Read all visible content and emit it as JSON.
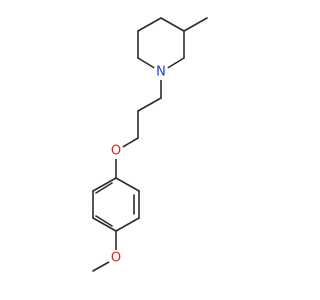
{
  "molecule": {
    "atom_labels": {
      "nitrogen": "N",
      "ether_oxygen": "O",
      "methoxy_oxygen": "O"
    },
    "colors": {
      "bond": "#2b2b2b",
      "nitrogen": "#1f3bd6",
      "oxygen": "#e11f1f"
    }
  }
}
